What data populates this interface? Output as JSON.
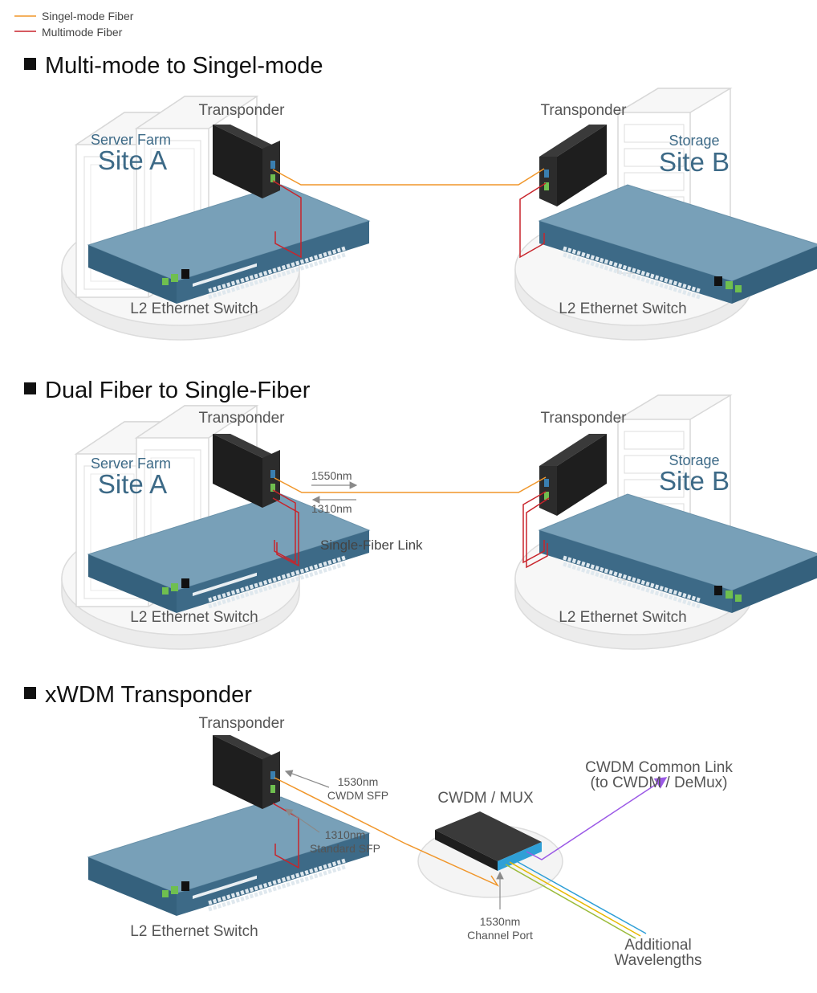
{
  "legend": {
    "single_mode": {
      "label": "Singel-mode Fiber",
      "color": "#f0962a"
    },
    "multimode": {
      "label": "Multimode Fiber",
      "color": "#c8242b"
    }
  },
  "sections": [
    {
      "heading": "Multi-mode to Singel-mode",
      "left": {
        "transponder": "Transponder",
        "site_type": "Server Farm",
        "site_name": "Site A",
        "switch": "L2 Ethernet Switch"
      },
      "right": {
        "transponder": "Transponder",
        "site_type": "Storage",
        "site_name": "Site B",
        "switch": "L2 Ethernet Switch"
      }
    },
    {
      "heading": "Dual Fiber to Single-Fiber",
      "left": {
        "transponder": "Transponder",
        "site_type": "Server Farm",
        "site_name": "Site A",
        "switch": "L2 Ethernet Switch"
      },
      "right": {
        "transponder": "Transponder",
        "site_type": "Storage",
        "site_name": "Site B",
        "switch": "L2 Ethernet Switch"
      },
      "wavelength_tx": "1550nm",
      "wavelength_rx": "1310nm",
      "link_label": "Single-Fiber Link"
    },
    {
      "heading": "xWDM Transponder",
      "transponder": "Transponder",
      "switch": "L2 Ethernet Switch",
      "cwdm_sfp": {
        "line1": "1530nm",
        "line2": "CWDM SFP"
      },
      "standard_sfp": {
        "line1": "1310nm",
        "line2": "Standard SFP"
      },
      "mux_label": "CWDM / MUX",
      "channel_port": {
        "line1": "1530nm",
        "line2": "Channel Port"
      },
      "common_link": {
        "line1": "CWDM Common Link",
        "line2": "(to CWDM / DeMux)"
      },
      "additional": {
        "line1": "Additional",
        "line2": "Wavelengths"
      }
    }
  ],
  "colors": {
    "single_mode": "#f0962a",
    "multimode": "#c8242b",
    "common_link": "#9b59e6",
    "site_text": "#3d6a87",
    "switch_top": "#78a0b8",
    "switch_front": "#3d6a87",
    "transponder_top": "#3a3a3a",
    "transponder_front": "#1e1e1e",
    "channel_blue": "#2f9fd6",
    "channel_yellow": "#e6b800",
    "channel_green": "#9bbb3a"
  }
}
